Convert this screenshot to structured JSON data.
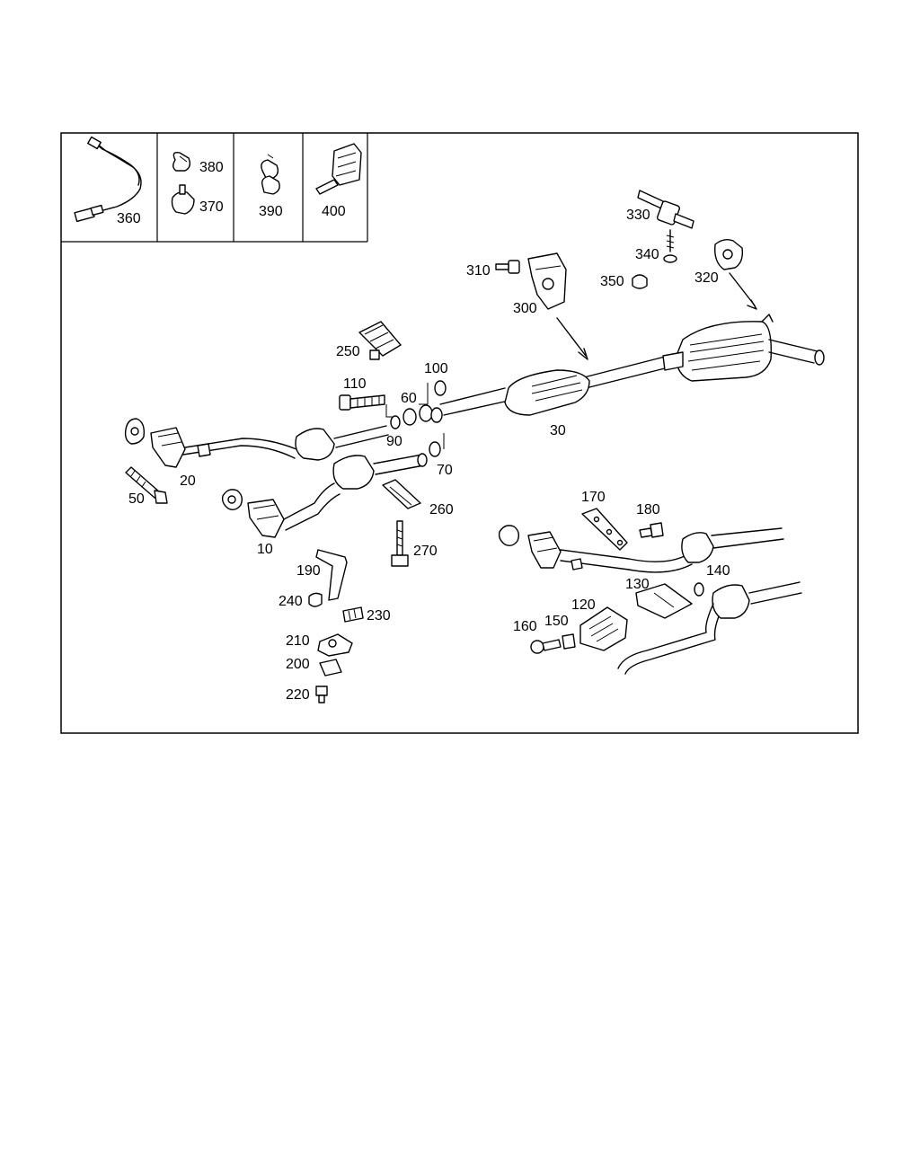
{
  "diagram": {
    "callouts": {
      "c360": "360",
      "c380": "380",
      "c370": "370",
      "c390": "390",
      "c400": "400",
      "c330": "330",
      "c340": "340",
      "c350": "350",
      "c320": "320",
      "c310": "310",
      "c300": "300",
      "c250": "250",
      "c110": "110",
      "c100": "100",
      "c60": "60",
      "c90": "90",
      "c70": "70",
      "c30": "30",
      "c20": "20",
      "c50": "50",
      "c10": "10",
      "c260": "260",
      "c270": "270",
      "c190": "190",
      "c240": "240",
      "c230": "230",
      "c210": "210",
      "c200": "200",
      "c220": "220",
      "c170": "170",
      "c180": "180",
      "c140": "140",
      "c130": "130",
      "c120": "120",
      "c160": "160",
      "c150": "150"
    }
  }
}
